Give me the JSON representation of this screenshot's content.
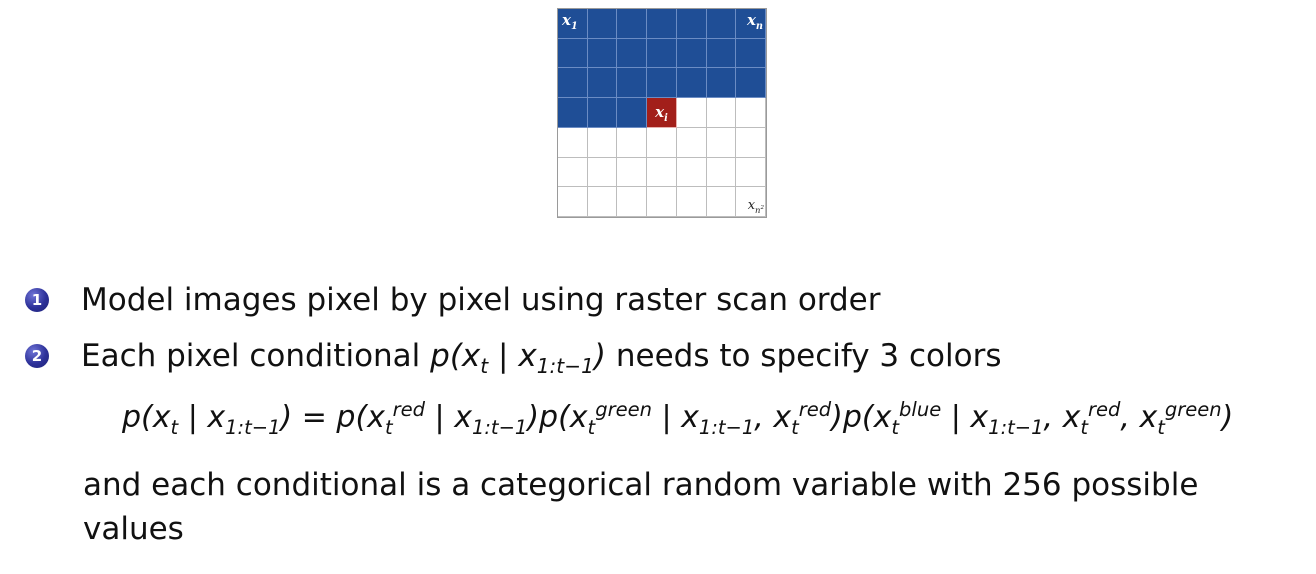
{
  "grid": {
    "label_first": "x",
    "label_first_sub": "1",
    "label_last_row": "x",
    "label_last_row_sub": "n",
    "label_current": "x",
    "label_current_sub": "i",
    "label_end": "x",
    "label_end_sub": "n",
    "label_end_sup": "2",
    "filled_color": "#1f4e96",
    "current_color": "#a21f1a"
  },
  "bullets": [
    {
      "number": "1",
      "text": "Model images pixel by pixel using raster scan order"
    },
    {
      "number": "2",
      "text_before": "Each pixel conditional ",
      "text_after": " needs to specify 3 colors"
    }
  ],
  "paragraph": "and each conditional is a categorical random variable with 256 possible values"
}
